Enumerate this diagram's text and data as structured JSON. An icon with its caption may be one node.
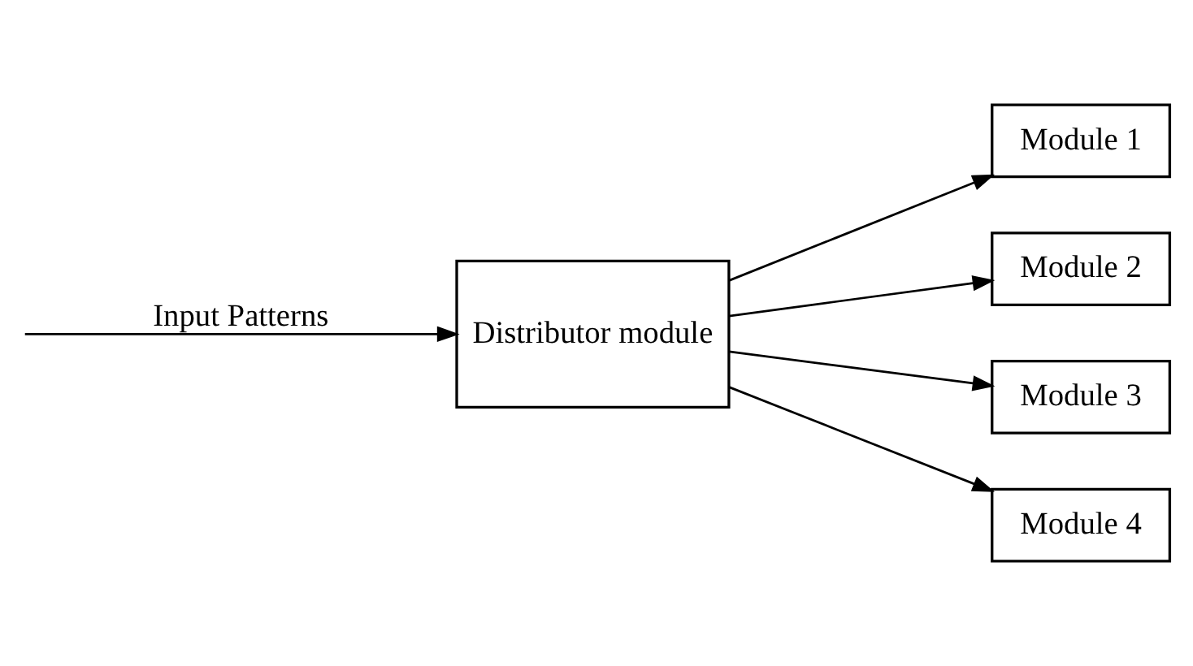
{
  "diagram": {
    "nodes": [
      {
        "text": [
          "Distributor module"
        ]
      },
      {
        "text": [
          "Module 1"
        ]
      },
      {
        "text": [
          "Module 2"
        ]
      },
      {
        "text": [
          "Module 3"
        ]
      },
      {
        "text": [
          "Module 4"
        ]
      }
    ],
    "edges": [
      {
        "from": null,
        "to": 0,
        "arrow": "to",
        "label": "Input Patterns"
      },
      {
        "from": 0,
        "to": 1,
        "arrow": "to"
      },
      {
        "from": 0,
        "to": 2,
        "arrow": "to"
      },
      {
        "from": 0,
        "to": 3,
        "arrow": "to"
      },
      {
        "from": 0,
        "to": 4,
        "arrow": "to"
      }
    ]
  }
}
